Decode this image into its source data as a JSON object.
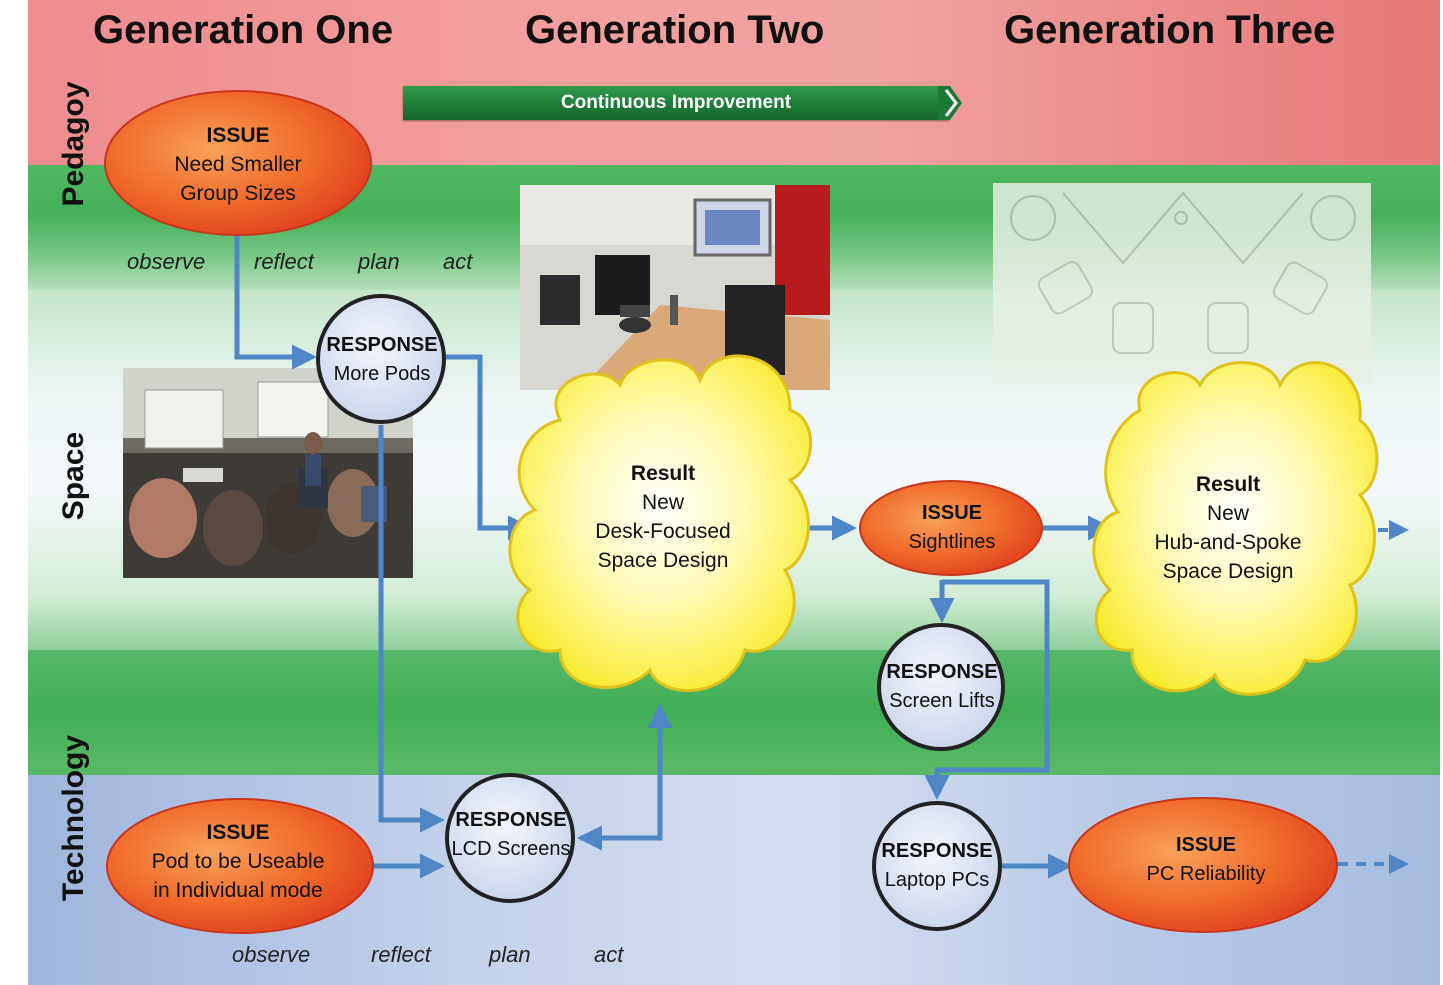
{
  "columns": {
    "gen1": "Generation One",
    "gen2": "Generation Two",
    "gen3": "Generation Three"
  },
  "rows": {
    "pedagogy": "Pedagoy",
    "space": "Space",
    "technology": "Technology"
  },
  "continuous_improvement": "Continuous Improvement",
  "cycle_top": [
    "observe",
    "reflect",
    "plan",
    "act"
  ],
  "cycle_bottom": [
    "observe",
    "reflect",
    "plan",
    "act"
  ],
  "nodes": {
    "issue_group_sizes": {
      "head": "ISSUE",
      "line1": "Need Smaller",
      "line2": "Group Sizes"
    },
    "response_more_pods": {
      "head": "RESPONSE",
      "line1": "More Pods"
    },
    "result_desk_focused": {
      "head": "Result",
      "line1": "New",
      "line2": "Desk-Focused",
      "line3": "Space Design"
    },
    "issue_sightlines": {
      "head": "ISSUE",
      "line1": "Sightlines"
    },
    "response_screen_lifts": {
      "head": "RESPONSE",
      "line1": "Screen Lifts"
    },
    "result_hub_spoke": {
      "head": "Result",
      "line1": "New",
      "line2": "Hub-and-Spoke",
      "line3": "Space Design"
    },
    "issue_pod_individual": {
      "head": "ISSUE",
      "line1": "Pod to be Useable",
      "line2": "in Individual mode"
    },
    "response_lcd": {
      "head": "RESPONSE",
      "line1": "LCD Screens"
    },
    "response_laptop": {
      "head": "RESPONSE",
      "line1": "Laptop PCs"
    },
    "issue_pc_reliability": {
      "head": "ISSUE",
      "line1": "PC Reliability"
    }
  },
  "colors": {
    "pedagogy_band": "#e8797b",
    "space_green": "#3fae54",
    "technology_band": "#a9bde0",
    "issue_fill": "#ef5a22",
    "response_fill": "#d8e0f0",
    "result_fill": "#fff24a",
    "arrow": "#4f86c6"
  },
  "images": {
    "classroom_photo": "photo-classroom",
    "desk_photo": "photo-desk",
    "floorplan": "floorplan-hub-spoke"
  }
}
